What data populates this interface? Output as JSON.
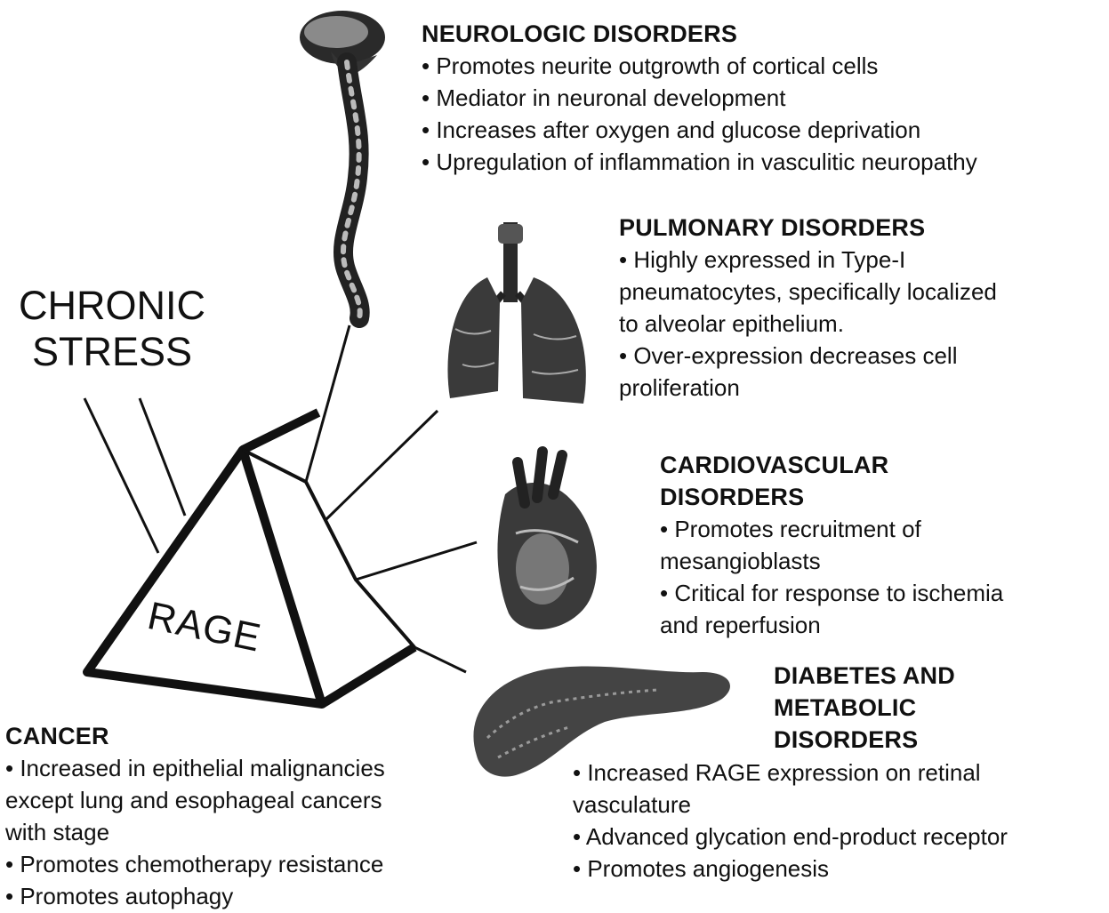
{
  "central": {
    "stress_line1": "CHRONIC",
    "stress_line2": "STRESS",
    "rage_label": "RAGE"
  },
  "neurologic": {
    "title": "NEUROLOGIC DISORDERS",
    "lines": [
      "• Promotes neurite outgrowth of cortical cells",
      "• Mediator in neuronal development",
      "• Increases after oxygen and glucose deprivation",
      "• Upregulation of inflammation in vasculitic neuropathy"
    ],
    "icon": "spinal-cord-and-brain"
  },
  "pulmonary": {
    "title": "PULMONARY DISORDERS",
    "lines": [
      "• Highly expressed in Type-I",
      "pneumatocytes, specifically localized",
      "to alveolar epithelium.",
      "• Over-expression decreases cell",
      "proliferation"
    ],
    "icon": "lungs"
  },
  "cardiovascular": {
    "title_line1": "CARDIOVASCULAR",
    "title_line2": "DISORDERS",
    "lines": [
      "• Promotes recruitment  of",
      "mesangioblasts",
      "• Critical for response to ischemia",
      "and reperfusion"
    ],
    "icon": "heart"
  },
  "diabetes": {
    "title_line1": "DIABETES AND",
    "title_line2": "METABOLIC",
    "title_line3": "DISORDERS",
    "lines": [
      "• Increased RAGE expression on retinal",
      "vasculature",
      "• Advanced glycation end-product receptor",
      "• Promotes angiogenesis"
    ],
    "icon": "pancreas"
  },
  "cancer": {
    "title": "CANCER",
    "lines": [
      "• Increased in epithelial malignancies",
      "except lung and esophageal cancers",
      "with stage",
      "• Promotes chemotherapy resistance",
      "• Promotes autophagy"
    ]
  },
  "colors": {
    "ink": "#111111",
    "background": "#ffffff"
  }
}
